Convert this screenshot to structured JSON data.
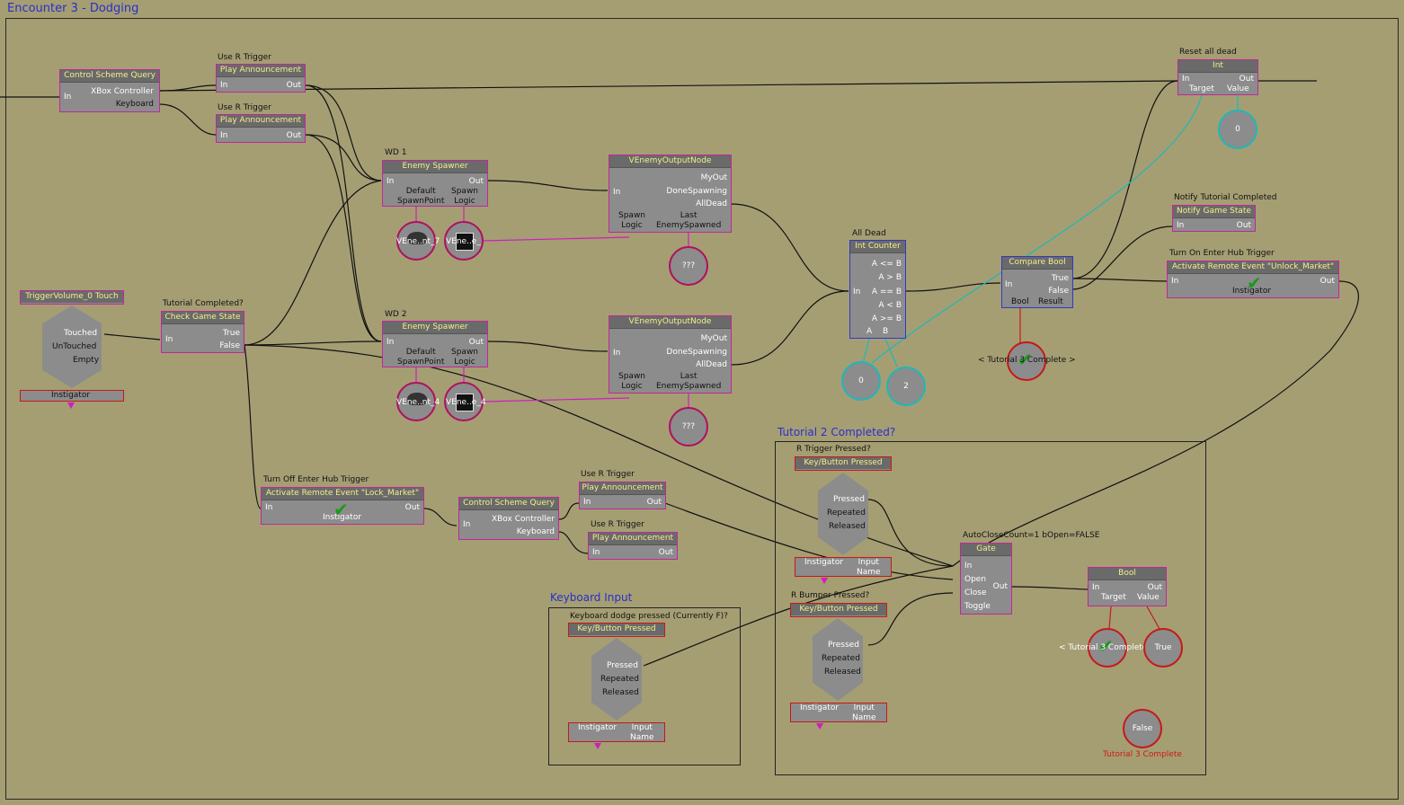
{
  "window": {
    "title": "Encounter 3 - Dodging"
  },
  "nodes": {
    "csq1": {
      "caption": "",
      "header": "Control Scheme Query",
      "in": "In",
      "out1": "XBox Controller",
      "out2": "Keyboard"
    },
    "pa1": {
      "caption": "Use R Trigger",
      "header": "Play Announcement",
      "in": "In",
      "out": "Out"
    },
    "pa2": {
      "caption": "Use R Trigger",
      "header": "Play Announcement",
      "in": "In",
      "out": "Out"
    },
    "es1": {
      "caption": "WD 1",
      "header": "Enemy Spawner",
      "in": "In",
      "out": "Out",
      "v1": "Default\nSpawnPoint",
      "v2": "Spawn\nLogic",
      "obj1": "VEne..nt_7",
      "obj2": "VEne..e_"
    },
    "es2": {
      "caption": "WD 2",
      "header": "Enemy Spawner",
      "in": "In",
      "out": "Out",
      "v1": "Default\nSpawnPoint",
      "v2": "Spawn\nLogic",
      "obj1": "VEne..nt_4",
      "obj2": "VEne..e_4"
    },
    "eo1": {
      "header": "VEnemyOutputNode",
      "in": "In",
      "o1": "MyOut",
      "o2": "DoneSpawning",
      "o3": "AllDead",
      "v1": "Spawn\nLogic",
      "v2": "Last\nEnemySpawned",
      "var": "???"
    },
    "eo2": {
      "header": "VEnemyOutputNode",
      "in": "In",
      "o1": "MyOut",
      "o2": "DoneSpawning",
      "o3": "AllDead",
      "v1": "Spawn\nLogic",
      "v2": "Last\nEnemySpawned",
      "var": "???"
    },
    "tv": {
      "header": "TriggerVolume_0 Touch",
      "o1": "Touched",
      "o2": "UnTouched",
      "o3": "Empty",
      "footer": "Instigator"
    },
    "cgs": {
      "caption": "Tutorial Completed?",
      "header": "Check Game State",
      "in": "In",
      "o1": "True",
      "o2": "False"
    },
    "ic": {
      "caption": "All Dead",
      "header": "Int Counter",
      "in": "In",
      "o1": "A <= B",
      "o2": "A > B",
      "o3": "A == B",
      "o4": "A < B",
      "o5": "A >= B",
      "va": "A",
      "vb": "B",
      "c1": "0",
      "c2": "2"
    },
    "cb": {
      "header": "Compare Bool",
      "in": "In",
      "o1": "True",
      "o2": "False",
      "v1": "Bool",
      "v2": "Result",
      "var": "< Tutorial 3 Complete >"
    },
    "ngs": {
      "caption": "Notify Tutorial Completed",
      "header": "Notify Game State",
      "in": "In",
      "out": "Out"
    },
    "rev1": {
      "caption": "Turn On Enter Hub Trigger",
      "header": "Activate Remote Event \"Unlock_Market\"",
      "in": "In",
      "out": "Out",
      "v": "Instigator"
    },
    "int": {
      "caption": "Reset all dead",
      "header": "Int",
      "in": "In",
      "out": "Out",
      "v1": "Target",
      "v2": "Value",
      "c": "0"
    },
    "rev2": {
      "caption": "Turn Off Enter Hub Trigger",
      "header": "Activate Remote Event \"Lock_Market\"",
      "in": "In",
      "out": "Out",
      "v": "Instigator"
    },
    "csq2": {
      "header": "Control Scheme Query",
      "in": "In",
      "out1": "XBox Controller",
      "out2": "Keyboard"
    },
    "pa3": {
      "caption": "Use R Trigger",
      "header": "Play Announcement",
      "in": "In",
      "out": "Out"
    },
    "pa4": {
      "caption": "Use R Trigger",
      "header": "Play Announcement",
      "in": "In",
      "out": "Out"
    },
    "kb1": {
      "caption": "R Trigger Pressed?",
      "header": "Key/Button Pressed",
      "o1": "Pressed",
      "o2": "Repeated",
      "o3": "Released",
      "v1": "Instigator",
      "v2": "Input\nName"
    },
    "kb2": {
      "caption": "R Bumper Pressed?",
      "header": "Key/Button Pressed",
      "o1": "Pressed",
      "o2": "Repeated",
      "o3": "Released",
      "v1": "Instigator",
      "v2": "Input\nName"
    },
    "kb3": {
      "caption": "Keyboard dodge pressed (Currently F)?",
      "header": "Key/Button Pressed",
      "o1": "Pressed",
      "o2": "Repeated",
      "o3": "Released",
      "v1": "Instigator",
      "v2": "Input\nName"
    },
    "gate": {
      "caption": "AutoCloseCount=1 bOpen=FALSE",
      "header": "Gate",
      "i1": "In",
      "i2": "Open",
      "i3": "Close",
      "i4": "Toggle",
      "out": "Out"
    },
    "bool": {
      "header": "Bool",
      "in": "In",
      "out": "Out",
      "v1": "Target",
      "v2": "Value",
      "c1": "< Tutorial 3 Complete >",
      "c2": "True",
      "c3": "False",
      "c3cap": "Tutorial 3 Complete"
    }
  },
  "groups": {
    "g1": "Tutorial 2 Completed?",
    "g2": "Keyboard Input"
  },
  "colors": {
    "canvas": "#a59e73",
    "node": "#8c8c8c",
    "header_text": "#f2f08a",
    "seq_border": "#c0289a",
    "cond_border": "#3038c8",
    "wire": "#111111",
    "var_wire": "#d01cc0",
    "int_wire": "#1eb8b8"
  }
}
